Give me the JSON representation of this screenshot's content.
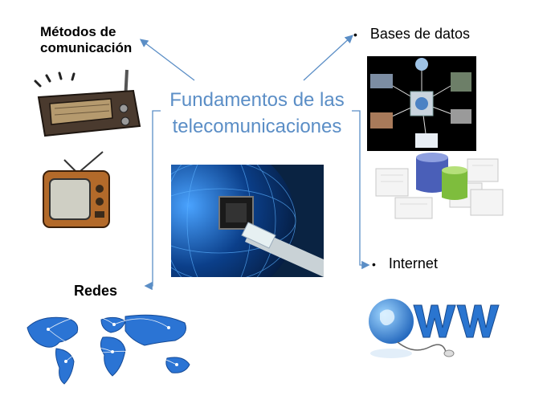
{
  "title": "Fundamentos de las telecomunicaciones",
  "metodos": {
    "line1": "Métodos de",
    "line2": "comunicación"
  },
  "bases": {
    "bullet": "•",
    "label": "Bases de datos"
  },
  "internet": {
    "bullet": "•",
    "label": "Internet"
  },
  "redes": {
    "label": "Redes"
  },
  "colors": {
    "arrow": "#5b8ec6",
    "title": "#5b8ec6"
  }
}
